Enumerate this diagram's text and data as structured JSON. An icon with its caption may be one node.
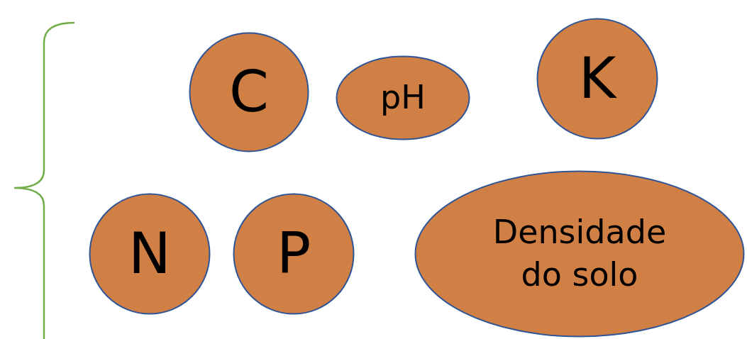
{
  "diagram": {
    "nodes": [
      {
        "text": [
          "C"
        ]
      },
      {
        "text": [
          "pH"
        ]
      },
      {
        "text": [
          "K"
        ]
      },
      {
        "text": [
          "N"
        ]
      },
      {
        "text": [
          "P"
        ]
      },
      {
        "text": [
          "Densidade do solo"
        ]
      }
    ]
  }
}
